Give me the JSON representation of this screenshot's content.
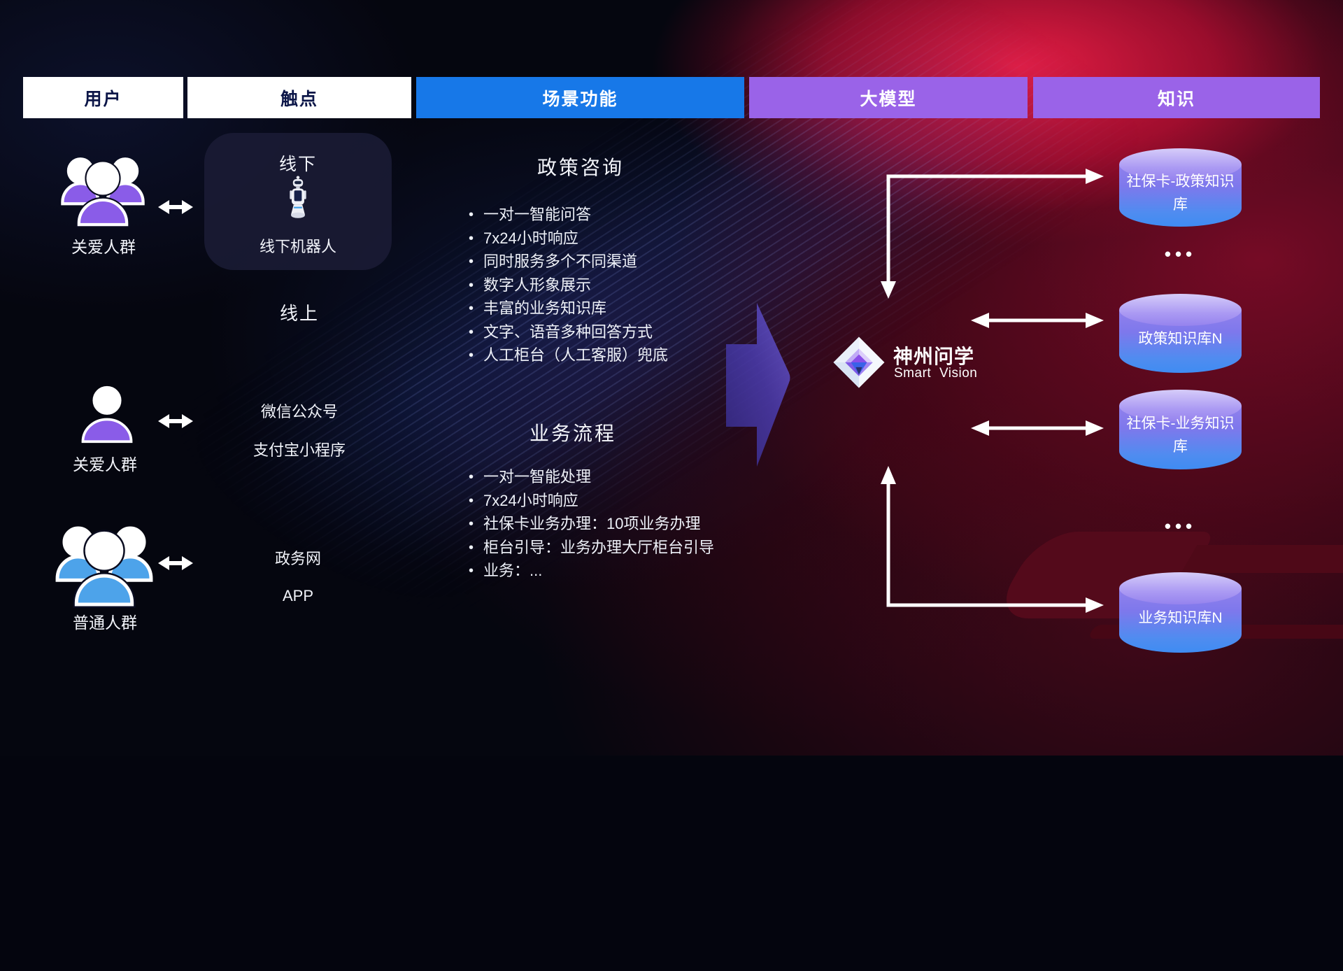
{
  "headers": [
    {
      "label": "用户"
    },
    {
      "label": "触点"
    },
    {
      "label": "场景功能"
    },
    {
      "label": "大模型"
    },
    {
      "label": "知识"
    }
  ],
  "users": [
    {
      "label": "关爱人群",
      "icon": "group-purple"
    },
    {
      "label": "关爱人群",
      "icon": "person-purple"
    },
    {
      "label": "普通人群",
      "icon": "group-blue"
    }
  ],
  "touch": {
    "offline_title": "线下",
    "offline_device": "线下机器人",
    "online_title": "线上",
    "items": [
      "微信公众号",
      "支付宝小程序",
      "政务网",
      "APP"
    ]
  },
  "scenes": [
    {
      "title": "政策咨询",
      "bullets": [
        "一对一智能问答",
        "7x24小时响应",
        "同时服务多个不同渠道",
        "数字人形象展示",
        "丰富的业务知识库",
        "文字、语音多种回答方式",
        "人工柜台（人工客服）兜底"
      ]
    },
    {
      "title": "业务流程",
      "bullets": [
        "一对一智能处理",
        "7x24小时响应",
        "社保卡业务办理：10项业务办理",
        "柜台引导：业务办理大厅柜台引导",
        "业务：..."
      ]
    }
  ],
  "model": {
    "name": "神州问学",
    "subtitle": "Smart Vision"
  },
  "knowledge": {
    "cylinders": [
      {
        "label": "社保卡-政策知识库"
      },
      {
        "label": "政策知识库N"
      },
      {
        "label": "社保卡-业务知识库"
      },
      {
        "label": "业务知识库N"
      }
    ],
    "dots": "•••"
  },
  "colors": {
    "scene_header_bg": "#1778e8",
    "model_header_bg": "#9a63e8",
    "user_header_bg": "#ffffff",
    "header_text_dark": "#0c1648",
    "person_purple": "#8a5ce8",
    "person_blue": "#4da3ea",
    "cylinder_top": "#cabdf6",
    "cylinder_body_top": "#8f7eea",
    "cylinder_body_bottom": "#3f86ee",
    "flow_arrow_purple": "#5a49c8",
    "connector_white": "#ffffff"
  }
}
